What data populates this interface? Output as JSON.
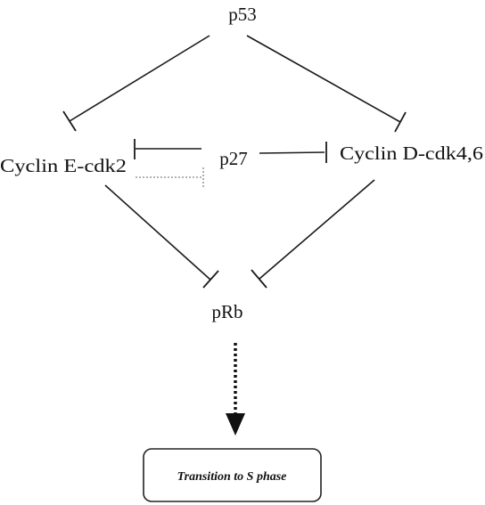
{
  "nodes": {
    "p53": "p53",
    "p27": "p27",
    "cyclin_e": "Cyclin E-cdk2",
    "cyclin_d": "Cyclin D-cdk4,6",
    "prb": "pRb"
  },
  "outcome": {
    "label": "Transition to S phase"
  },
  "edges": [
    {
      "from": "p53",
      "to": "Cyclin E-cdk2",
      "type": "inhibition"
    },
    {
      "from": "p53",
      "to": "Cyclin D-cdk4,6",
      "type": "inhibition"
    },
    {
      "from": "p27",
      "to": "Cyclin E-cdk2",
      "type": "inhibition"
    },
    {
      "from": "p27",
      "to": "Cyclin D-cdk4,6",
      "type": "inhibition"
    },
    {
      "from": "Cyclin E-cdk2",
      "to": "pRb",
      "type": "inhibition"
    },
    {
      "from": "Cyclin D-cdk4,6",
      "to": "pRb",
      "type": "inhibition"
    },
    {
      "from": "pRb",
      "to": "Transition to S phase",
      "type": "dotted-arrow"
    }
  ]
}
